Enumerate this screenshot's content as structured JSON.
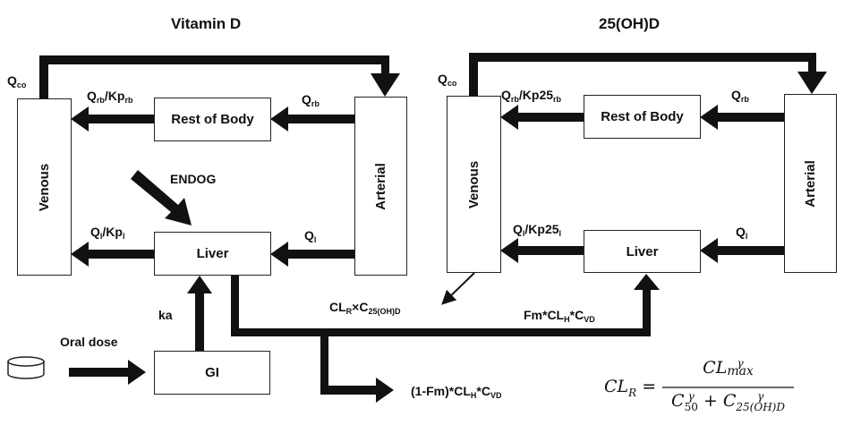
{
  "panels": [
    {
      "title": "Vitamin D",
      "compartments": {
        "venous": "Venous",
        "arterial": "Arterial",
        "rest_of_body": "Rest of Body",
        "liver": "Liver",
        "gi": "GI"
      },
      "flows": {
        "qco": {
          "main": "Q",
          "sub": "co"
        },
        "rb_out": {
          "main1": "Q",
          "sub1": "rb",
          "main2": "/Kp",
          "sub2": "rb"
        },
        "rb_in": {
          "main": "Q",
          "sub": "rb"
        },
        "l_out": {
          "main1": "Q",
          "sub1": "l",
          "main2": "/Kp",
          "sub2": "l"
        },
        "l_in": {
          "main": "Q",
          "sub": "l"
        }
      },
      "endog": "ENDOG",
      "ka": "ka",
      "oral_dose": "Oral dose"
    },
    {
      "title": "25(OH)D",
      "compartments": {
        "venous": "Venous",
        "arterial": "Arterial",
        "rest_of_body": "Rest of Body",
        "liver": "Liver"
      },
      "flows": {
        "qco": {
          "main": "Q",
          "sub": "co"
        },
        "rb_out": {
          "main1": "Q",
          "sub1": "rb",
          "main2": "/Kp25",
          "sub2": "rb"
        },
        "rb_in": {
          "main": "Q",
          "sub": "rb"
        },
        "l_out": {
          "main1": "Q",
          "sub1": "l",
          "main2": "/Kp25",
          "sub2": "l"
        },
        "l_in": {
          "main": "Q",
          "sub": "l"
        }
      }
    }
  ],
  "connections": {
    "renal": {
      "main1": "CL",
      "sub1": "R",
      "main2": "×C",
      "sub2": "25(OH)D"
    },
    "metabolism": {
      "main1": "Fm*CL",
      "sub1": "H",
      "main2": "*C",
      "sub2": "VD"
    },
    "elimination": {
      "main1": "(1-Fm)*CL",
      "sub1": "H",
      "main2": "*C",
      "sub2": "VD"
    }
  },
  "equation": {
    "lhs": "CL",
    "lhs_sub": "R",
    "eq": "=",
    "num": "CL",
    "num_sup": "γ",
    "num_sub": "max",
    "den1": "C",
    "den1_sup": "γ",
    "den1_sub": "50",
    "plus": "+",
    "den2": "C",
    "den2_sup": "γ",
    "den2_sub": "25(OH)D"
  }
}
